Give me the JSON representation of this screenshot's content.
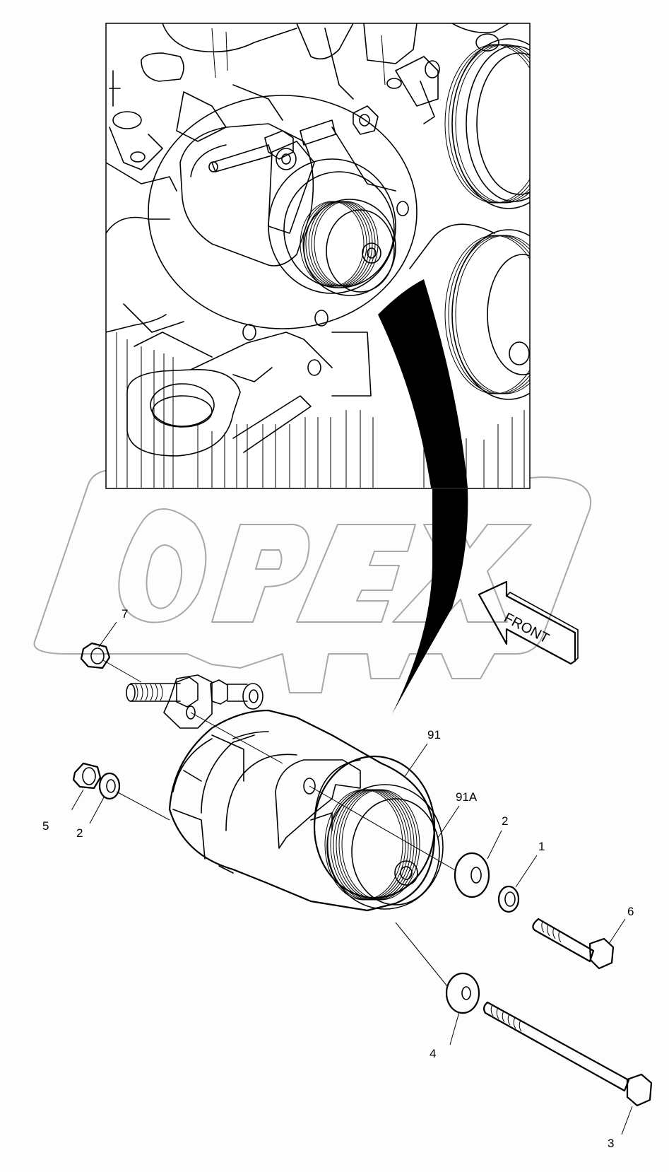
{
  "diagram": {
    "type": "exploded-parts-diagram",
    "subject": "Alternator mounting",
    "watermark": "OPEX",
    "orientation_label": "FRONT",
    "callouts": [
      {
        "id": "7",
        "part": "nut"
      },
      {
        "id": "5",
        "part": "nut"
      },
      {
        "id": "2",
        "part": "washer"
      },
      {
        "id": "91",
        "part": "alternator"
      },
      {
        "id": "91A",
        "part": "pulley"
      },
      {
        "id": "2b",
        "label": "2",
        "part": "washer"
      },
      {
        "id": "1",
        "part": "lock washer"
      },
      {
        "id": "6",
        "part": "bolt"
      },
      {
        "id": "4",
        "part": "spacer"
      },
      {
        "id": "3",
        "part": "long bolt"
      }
    ]
  },
  "labels": {
    "c7": "7",
    "c5": "5",
    "c2_left": "2",
    "c91": "91",
    "c91a": "91A",
    "c2_right": "2",
    "c1": "1",
    "c6": "6",
    "c4": "4",
    "c3": "3",
    "front": "FRONT"
  }
}
